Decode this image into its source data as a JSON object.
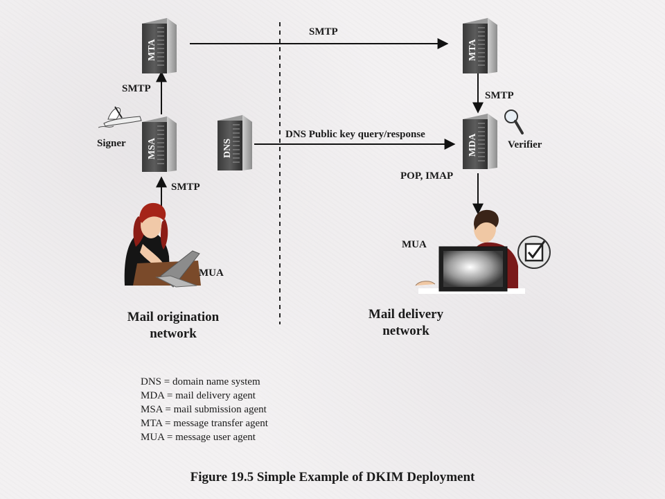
{
  "nodes": {
    "mta_origin": "MTA",
    "mta_delivery": "MTA",
    "msa": "MSA",
    "dns": "DNS",
    "mda": "MDA"
  },
  "labels": {
    "smtp_top": "SMTP",
    "smtp_left": "SMTP",
    "smtp_mua": "SMTP",
    "smtp_right": "SMTP",
    "dns_query": "DNS Public key query/response",
    "pop_imap": "POP, IMAP",
    "signer": "Signer",
    "verifier": "Verifier",
    "mua_left": "MUA",
    "mua_right": "MUA"
  },
  "regions": {
    "origination_line1": "Mail origination",
    "origination_line2": "network",
    "delivery_line1": "Mail delivery",
    "delivery_line2": "network"
  },
  "legend": [
    "DNS = domain name system",
    "MDA = mail delivery agent",
    "MSA = mail submission agent",
    "MTA = message transfer agent",
    "MUA = message user agent"
  ],
  "caption": "Figure 19.5  Simple Example of DKIM Deployment"
}
